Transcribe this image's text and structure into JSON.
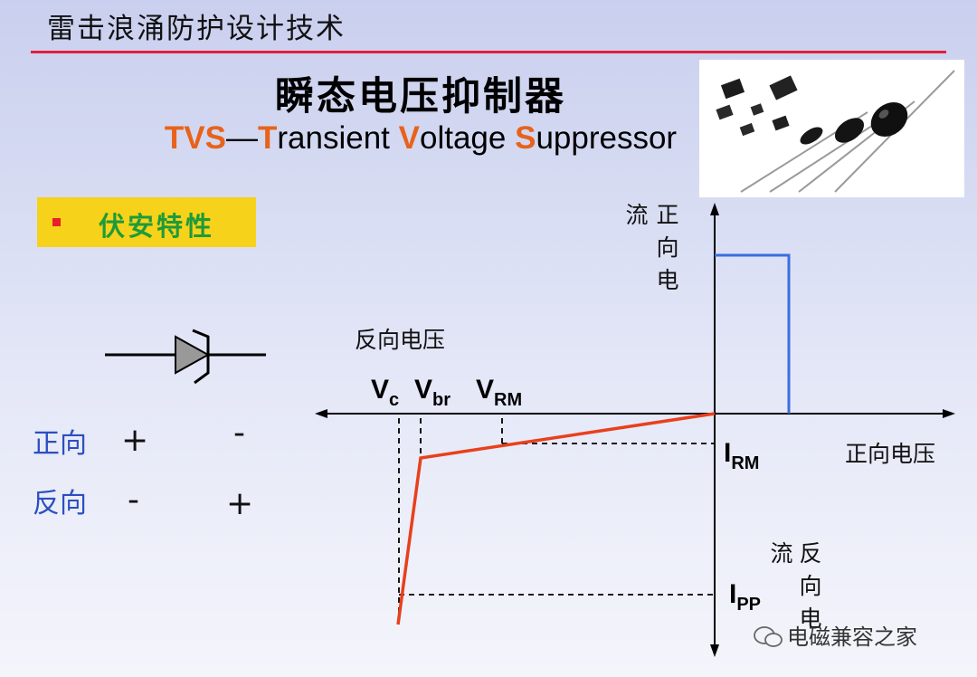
{
  "header": {
    "title": "雷击浪涌防护设计技术"
  },
  "title": {
    "main": "瞬态电压抑制器"
  },
  "subtitle": {
    "tvs": "TVS",
    "dash": "—",
    "t": "T",
    "ransient": "ransient ",
    "v": "V",
    "oltage": "oltage ",
    "s": "S",
    "uppressor": "uppressor"
  },
  "bullet": {
    "label": "伏安特性"
  },
  "polarity": {
    "forward_label": "正向",
    "forward_left": "+",
    "forward_right": "-",
    "reverse_label": "反向",
    "reverse_left": "-",
    "reverse_right": "+"
  },
  "axes": {
    "reverse_voltage": "反向电压",
    "forward_voltage": "正向电压",
    "forward_current_col1": "流",
    "forward_current_col2": [
      "正",
      "向",
      "电"
    ],
    "reverse_current_col1": "流",
    "reverse_current_col2": [
      "反",
      "向",
      "电"
    ]
  },
  "markers": {
    "vc": "V",
    "vc_sub": "c",
    "vbr": "V",
    "vbr_sub": "br",
    "vrm": "V",
    "vrm_sub": "RM",
    "irm": "I",
    "irm_sub": "RM",
    "ipp": "I",
    "ipp_sub": "PP"
  },
  "watermark": "电磁兼容之家",
  "colors": {
    "accent": "#e8621b",
    "curve": "#e8401c",
    "forward_curve": "#3a6ee0",
    "rule": "#e0203a",
    "bullet_bg": "#f6d21a",
    "bullet_text": "#1e9a3a"
  }
}
